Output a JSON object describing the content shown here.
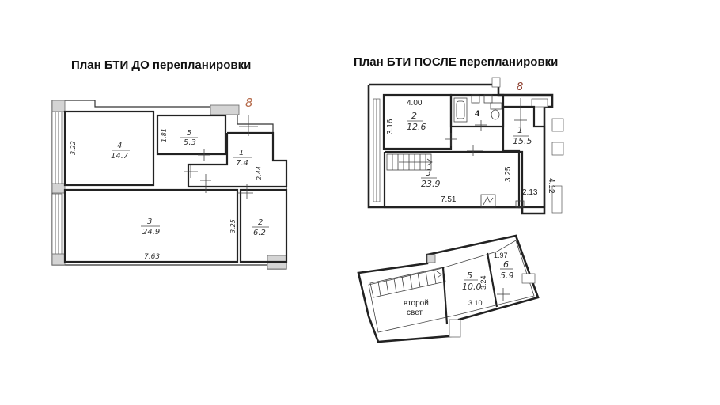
{
  "titles": {
    "before": "План БТИ ДО перепланировки",
    "after": "План БТИ ПОСЛЕ перепланировки"
  },
  "plan_before": {
    "marker": "8",
    "rooms": [
      {
        "num": "4",
        "area": "14.7"
      },
      {
        "num": "5",
        "area": "5.3"
      },
      {
        "num": "1",
        "area": "7.4"
      },
      {
        "num": "3",
        "area": "24.9"
      },
      {
        "num": "2",
        "area": "6.2"
      }
    ],
    "dims": [
      "3.22",
      "1.81",
      "2.44",
      "3.25",
      "7.63"
    ]
  },
  "plan_after_lower": {
    "marker": "8",
    "rooms": [
      {
        "num": "2",
        "area": "12.6"
      },
      {
        "num": "4",
        "area": ""
      },
      {
        "num": "1",
        "area": "15.5"
      },
      {
        "num": "3",
        "area": "23.9"
      }
    ],
    "dims": [
      "4.00",
      "3.16",
      "3.25",
      "4.12",
      "7.51",
      "2.13"
    ]
  },
  "plan_after_upper": {
    "rooms": [
      {
        "num": "5",
        "area": "10.0"
      },
      {
        "num": "6",
        "area": "5.9"
      }
    ],
    "dims": [
      "3.24",
      "1.97",
      "3.10"
    ],
    "void_label_line1": "второй",
    "void_label_line2": "свет"
  }
}
